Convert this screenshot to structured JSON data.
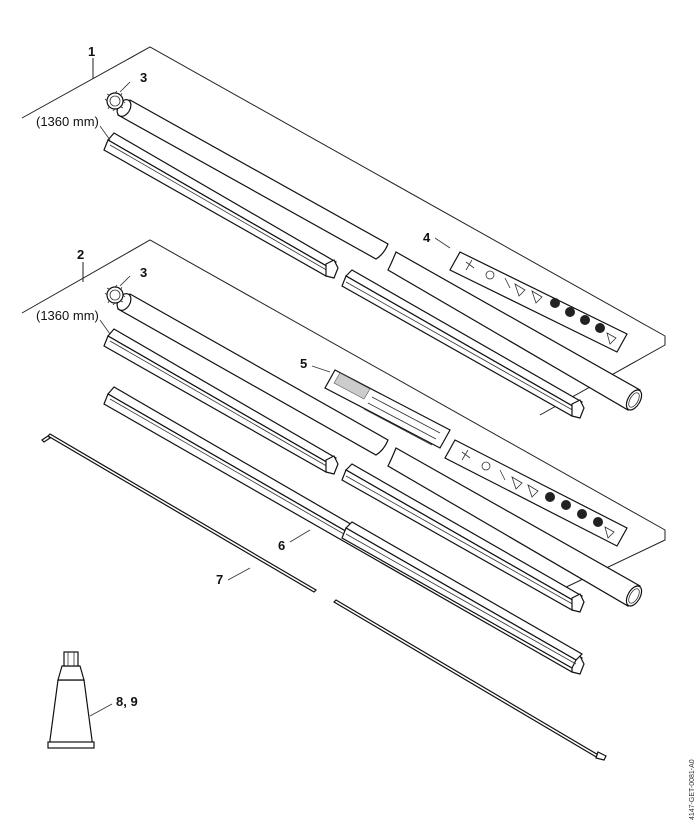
{
  "callouts": {
    "c1": "1",
    "c2": "2",
    "c3a": "3",
    "c3b": "3",
    "c4": "4",
    "c5": "5",
    "c6": "6",
    "c7": "7",
    "c89": "8, 9"
  },
  "dimensions": {
    "len_a": "(1360 mm)",
    "len_b": "(1360 mm)"
  },
  "drawing_code": "4147-GET-0081-A0"
}
